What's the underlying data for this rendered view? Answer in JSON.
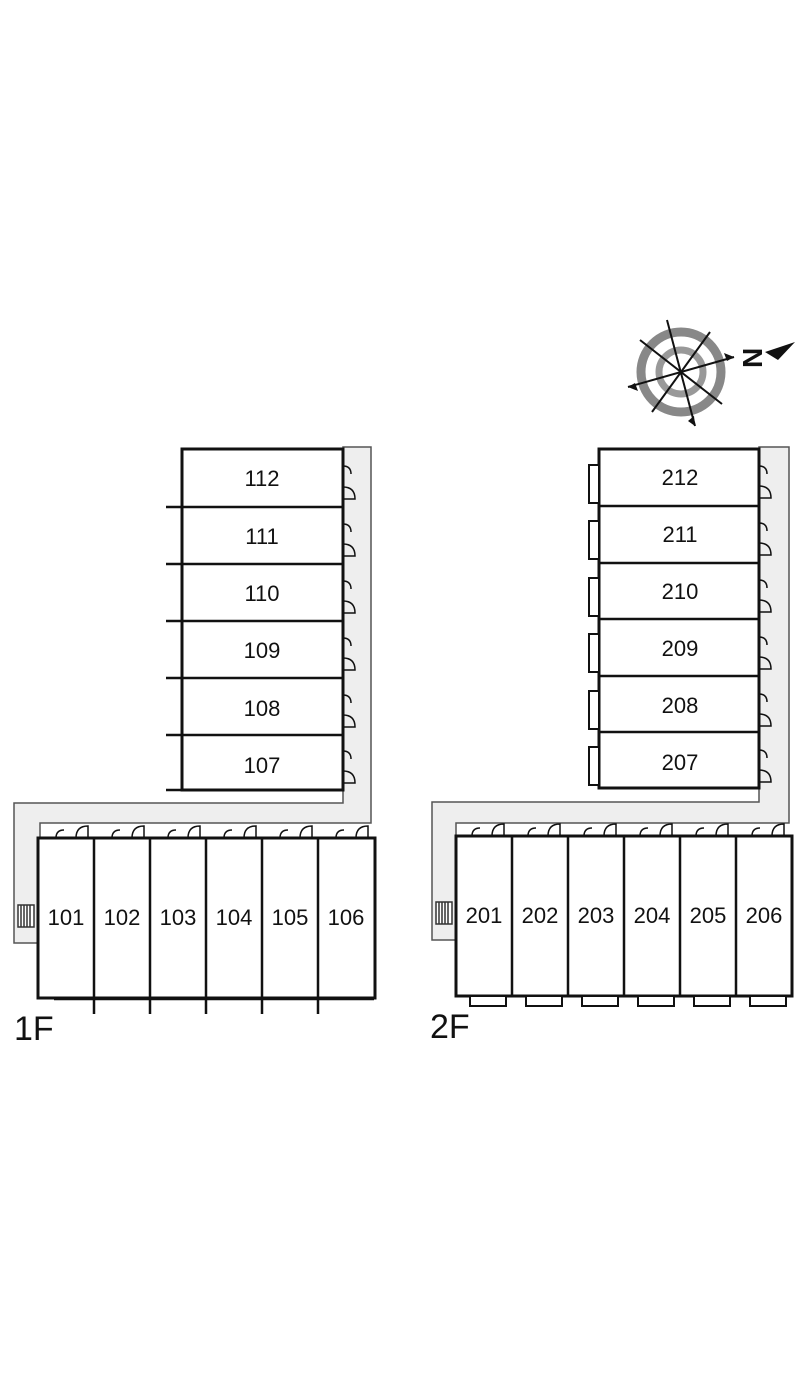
{
  "floors": [
    {
      "label": "1F",
      "rooms_top": [
        "112",
        "111",
        "110",
        "109",
        "108",
        "107"
      ],
      "rooms_bottom": [
        "101",
        "102",
        "103",
        "104",
        "105",
        "106"
      ]
    },
    {
      "label": "2F",
      "rooms_top": [
        "212",
        "211",
        "210",
        "209",
        "208",
        "207"
      ],
      "rooms_bottom": [
        "201",
        "202",
        "203",
        "204",
        "205",
        "206"
      ]
    }
  ],
  "compass": {
    "label": "N"
  },
  "colors": {
    "walkway": "#eeeeee",
    "wall": "#111111",
    "compass_ring": "#888888"
  }
}
